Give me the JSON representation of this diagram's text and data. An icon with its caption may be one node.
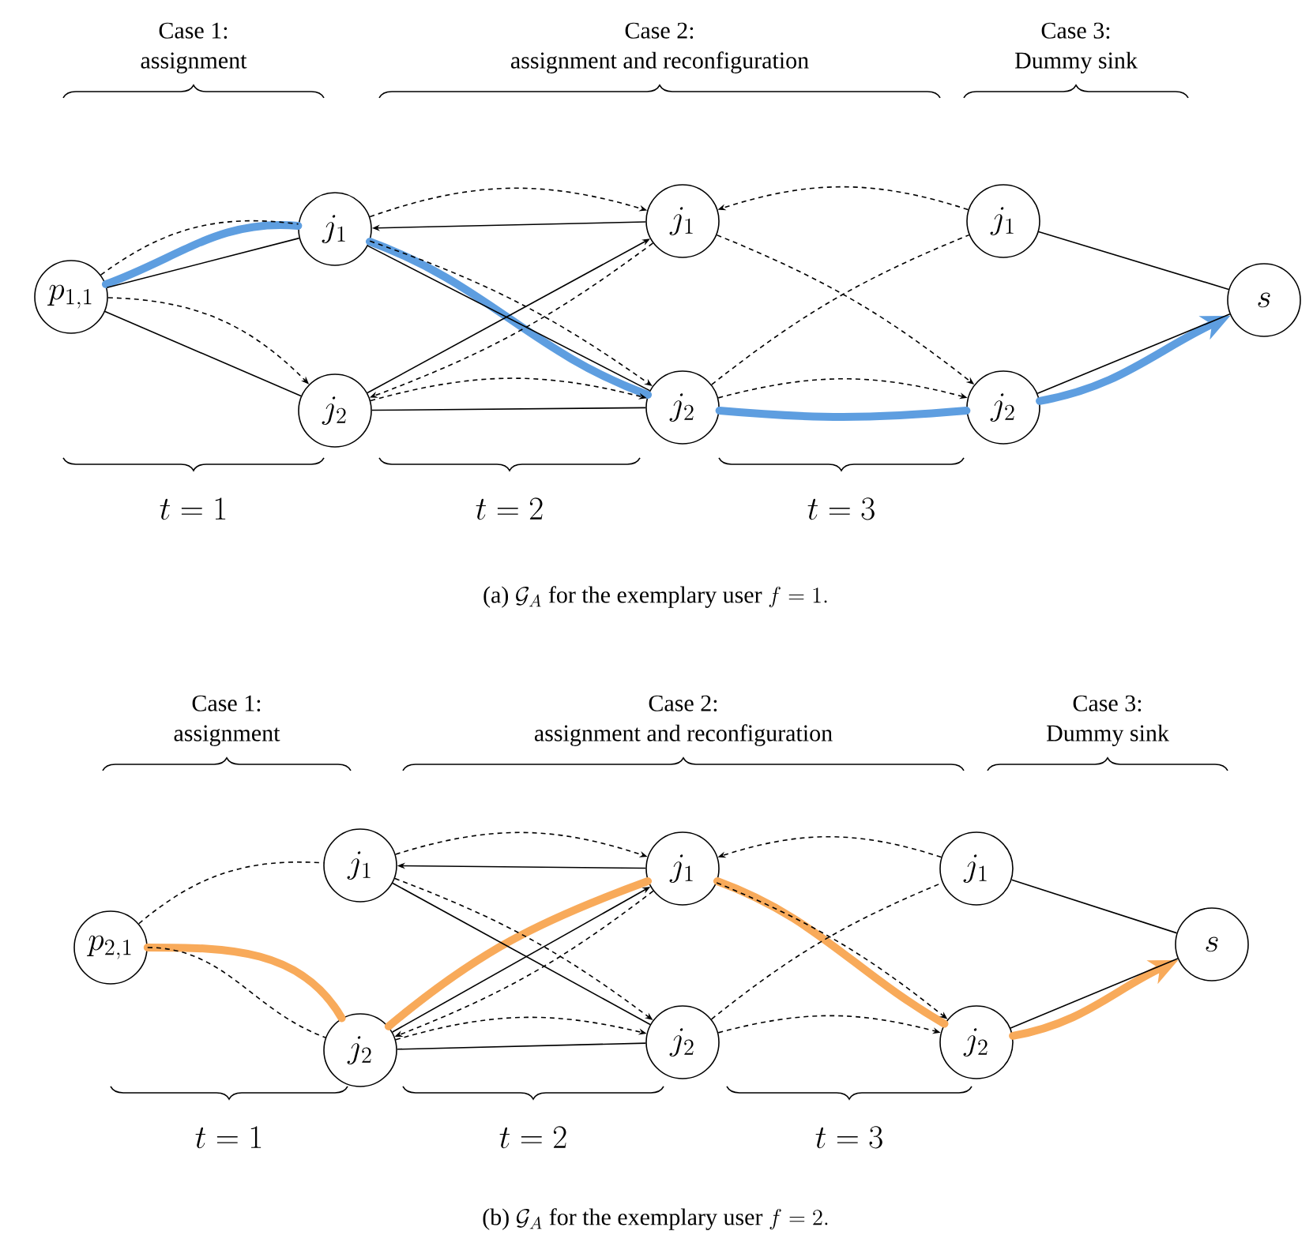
{
  "diagram": {
    "nodes": [
      {
        "text": [
          "p_{1,1}"
        ]
      },
      {
        "text": [
          "j_1"
        ]
      },
      {
        "text": [
          "j_2"
        ]
      },
      {
        "text": [
          "j_1"
        ]
      },
      {
        "text": [
          "j_2"
        ]
      },
      {
        "text": [
          "j_1"
        ]
      },
      {
        "text": [
          "j_2"
        ]
      },
      {
        "text": [
          "s"
        ]
      },
      {
        "text": [
          "p_{2,1}"
        ]
      },
      {
        "text": [
          "j_1"
        ]
      },
      {
        "text": [
          "j_2"
        ]
      },
      {
        "text": [
          "j_1"
        ]
      },
      {
        "text": [
          "j_2"
        ]
      },
      {
        "text": [
          "j_1"
        ]
      },
      {
        "text": [
          "j_2"
        ]
      },
      {
        "text": [
          "s"
        ]
      }
    ],
    "edges": [
      {
        "from": 0,
        "to": 1,
        "arrow": "none"
      },
      {
        "from": 0,
        "to": 1,
        "arrow": "none",
        "style": "dashed"
      },
      {
        "from": 0,
        "to": 2,
        "arrow": "none"
      },
      {
        "from": 0,
        "to": 2,
        "arrow": "to",
        "style": "dashed"
      },
      {
        "from": 3,
        "to": 1,
        "arrow": "to"
      },
      {
        "from": 1,
        "to": 3,
        "arrow": "to",
        "style": "dashed"
      },
      {
        "from": 1,
        "to": 4,
        "arrow": "none"
      },
      {
        "from": 1,
        "to": 4,
        "arrow": "to",
        "style": "dashed"
      },
      {
        "from": 2,
        "to": 3,
        "arrow": "to"
      },
      {
        "from": 3,
        "to": 2,
        "arrow": "to",
        "style": "dashed"
      },
      {
        "from": 2,
        "to": 4,
        "arrow": "none"
      },
      {
        "from": 2,
        "to": 4,
        "arrow": "to",
        "style": "dashed"
      },
      {
        "from": 5,
        "to": 3,
        "arrow": "to",
        "style": "dashed"
      },
      {
        "from": 3,
        "to": 6,
        "arrow": "to",
        "style": "dashed"
      },
      {
        "from": 4,
        "to": 5,
        "arrow": "none",
        "style": "dashed"
      },
      {
        "from": 4,
        "to": 6,
        "arrow": "to",
        "style": "dashed"
      },
      {
        "from": 5,
        "to": 7,
        "arrow": "none"
      },
      {
        "from": 6,
        "to": 7,
        "arrow": "none"
      },
      {
        "from": 0,
        "to": 1,
        "arrow": "none",
        "style": "thick",
        "color": "#5e9ee0"
      },
      {
        "from": 1,
        "to": 4,
        "arrow": "none",
        "style": "thick",
        "color": "#5e9ee0"
      },
      {
        "from": 4,
        "to": 6,
        "arrow": "none",
        "style": "thick",
        "color": "#5e9ee0"
      },
      {
        "from": 6,
        "to": 7,
        "arrow": "to",
        "style": "thick",
        "color": "#5e9ee0"
      },
      {
        "from": 8,
        "to": 9,
        "arrow": "none",
        "style": "dashed"
      },
      {
        "from": 8,
        "to": 10,
        "arrow": "none",
        "style": "dashed"
      },
      {
        "from": 11,
        "to": 9,
        "arrow": "to"
      },
      {
        "from": 9,
        "to": 11,
        "arrow": "to",
        "style": "dashed"
      },
      {
        "from": 9,
        "to": 12,
        "arrow": "none"
      },
      {
        "from": 9,
        "to": 12,
        "arrow": "to",
        "style": "dashed"
      },
      {
        "from": 10,
        "to": 11,
        "arrow": "to"
      },
      {
        "from": 11,
        "to": 10,
        "arrow": "to",
        "style": "dashed"
      },
      {
        "from": 10,
        "to": 12,
        "arrow": "none"
      },
      {
        "from": 10,
        "to": 12,
        "arrow": "to",
        "style": "dashed"
      },
      {
        "from": 13,
        "to": 11,
        "arrow": "to",
        "style": "dashed"
      },
      {
        "from": 11,
        "to": 14,
        "arrow": "to",
        "style": "dashed"
      },
      {
        "from": 12,
        "to": 13,
        "arrow": "none",
        "style": "dashed"
      },
      {
        "from": 12,
        "to": 14,
        "arrow": "to",
        "style": "dashed"
      },
      {
        "from": 13,
        "to": 15,
        "arrow": "none"
      },
      {
        "from": 14,
        "to": 15,
        "arrow": "none"
      },
      {
        "from": 8,
        "to": 10,
        "arrow": "none",
        "style": "thick",
        "color": "#f8aa5a"
      },
      {
        "from": 10,
        "to": 11,
        "arrow": "none",
        "style": "thick",
        "color": "#f8aa5a"
      },
      {
        "from": 11,
        "to": 14,
        "arrow": "none",
        "style": "thick",
        "color": "#f8aa5a"
      },
      {
        "from": 14,
        "to": 15,
        "arrow": "to",
        "style": "thick",
        "color": "#f8aa5a"
      }
    ],
    "labels": [
      "Case 1:",
      "assignment",
      "Case 2:",
      "assignment and reconfiguration",
      "Case 3:",
      "Dummy sink",
      "t = 1",
      "t = 2",
      "t = 3",
      "\\mbox{(a) }\\mathcal{G}_A\\mbox{ for the exemplary user }f = 1.",
      "Case 1:",
      "assignment",
      "Case 2:",
      "assignment and reconfiguration",
      "Case 3:",
      "Dummy sink",
      "t = 1",
      "t = 2",
      "t = 3",
      "\\mbox{(b) }\\mathcal{G}_A\\mbox{ for the exemplary user }f = 2."
    ]
  }
}
